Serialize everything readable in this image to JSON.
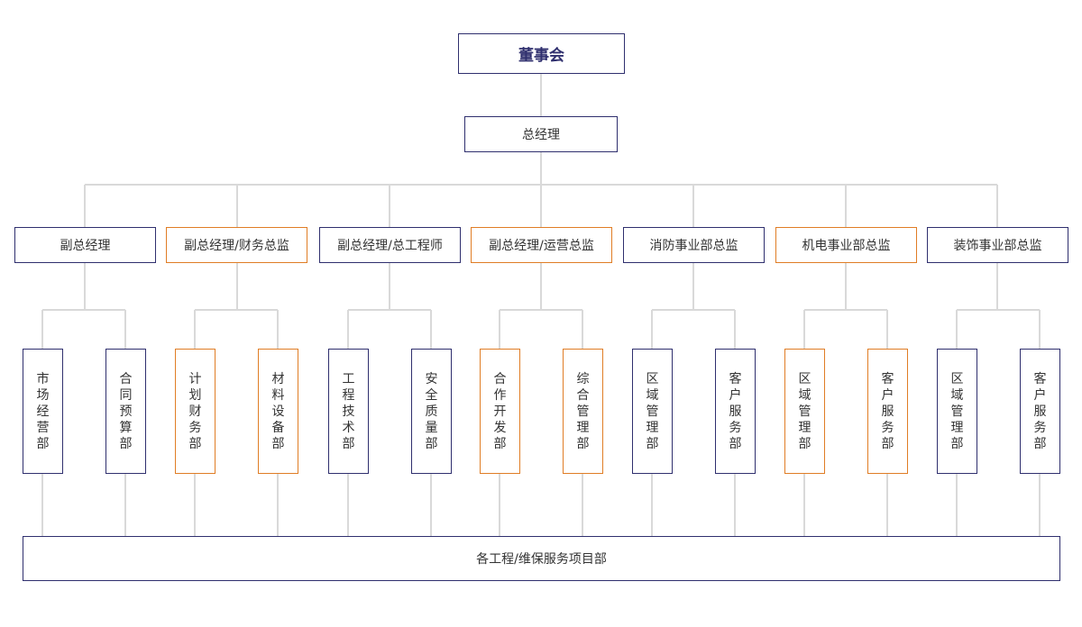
{
  "colors": {
    "primary_border": "#2f2f6e",
    "accent_border": "#e07d25",
    "connector": "#d9d9d9",
    "text": "#333333"
  },
  "top": {
    "board": "董事会",
    "general_manager": "总经理"
  },
  "divisions": [
    {
      "title": "副总经理",
      "accent": false,
      "departments": [
        "市场经营部",
        "合同预算部"
      ]
    },
    {
      "title": "副总经理/财务总监",
      "accent": true,
      "departments": [
        "计划财务部",
        "材料设备部"
      ]
    },
    {
      "title": "副总经理/总工程师",
      "accent": false,
      "departments": [
        "工程技术部",
        "安全质量部"
      ]
    },
    {
      "title": "副总经理/运营总监",
      "accent": true,
      "departments": [
        "合作开发部",
        "综合管理部"
      ]
    },
    {
      "title": "消防事业部总监",
      "accent": false,
      "departments": [
        "区域管理部",
        "客户服务部"
      ]
    },
    {
      "title": "机电事业部总监",
      "accent": true,
      "departments": [
        "区域管理部",
        "客户服务部"
      ]
    },
    {
      "title": "装饰事业部总监",
      "accent": false,
      "departments": [
        "区域管理部",
        "客户服务部"
      ]
    }
  ],
  "bottom": {
    "label": "各工程/维保服务项目部"
  }
}
